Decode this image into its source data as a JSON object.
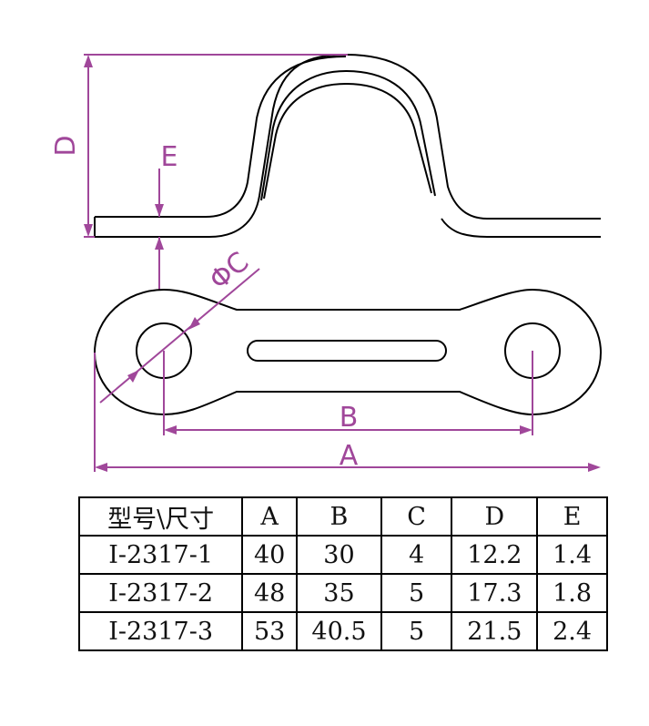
{
  "dimension_labels": {
    "A": "A",
    "B": "B",
    "C": "ΦC",
    "D": "D",
    "E": "E"
  },
  "table": {
    "header": [
      "型号\\尺寸",
      "A",
      "B",
      "C",
      "D",
      "E"
    ],
    "rows": [
      [
        "I-2317-1",
        "40",
        "30",
        "4",
        "12.2",
        "1.4"
      ],
      [
        "I-2317-2",
        "48",
        "35",
        "5",
        "17.3",
        "1.8"
      ],
      [
        "I-2317-3",
        "53",
        "40.5",
        "5",
        "21.5",
        "2.4"
      ]
    ]
  },
  "colors": {
    "dimension": "#a0479a",
    "outline": "#000000"
  }
}
